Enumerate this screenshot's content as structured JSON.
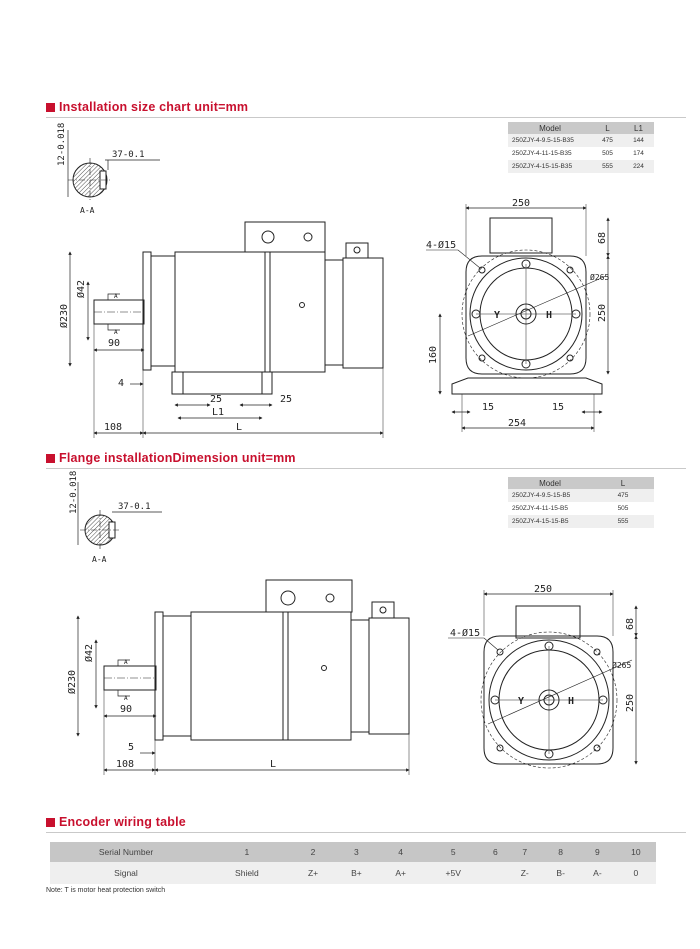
{
  "section1": {
    "title": "Installation size chart   unit=mm",
    "table": {
      "headers": [
        "Model",
        "L",
        "L1"
      ],
      "rows": [
        [
          "250ZJY-4-9.5-15-B35",
          "475",
          "144"
        ],
        [
          "250ZJY-4-11-15-B35",
          "505",
          "174"
        ],
        [
          "250ZJY-4-15-15-B35",
          "555",
          "224"
        ]
      ]
    },
    "shaft": {
      "dia": "12-0.018",
      "dia_tol": "0",
      "key": "37-0.1",
      "key_tol": "0",
      "section": "A-A"
    },
    "side_dims": {
      "d230": "Ø230",
      "d42": "Ø42",
      "len90": "90",
      "len4": "4",
      "len25a": "25",
      "len25b": "25",
      "L1": "L1",
      "len108": "108",
      "L": "L",
      "A": "A"
    },
    "front_dims": {
      "w250": "250",
      "h68": "68",
      "hole": "4-Ø15",
      "pcd": "Ø265",
      "h250": "250",
      "h160": "160",
      "f15a": "15",
      "f15b": "15",
      "w254": "254",
      "Y": "Y",
      "H": "H"
    }
  },
  "section2": {
    "title": "Flange installationDimension  unit=mm",
    "table": {
      "headers": [
        "Model",
        "L"
      ],
      "rows": [
        [
          "250ZJY-4-9.5-15-B5",
          "475"
        ],
        [
          "250ZJY-4-11-15-B5",
          "505"
        ],
        [
          "250ZJY-4-15-15-B5",
          "555"
        ]
      ]
    },
    "shaft": {
      "dia": "12-0.018",
      "dia_tol": "0",
      "key": "37-0.1",
      "key_tol": "0",
      "section": "A-A"
    },
    "side_dims": {
      "d230": "Ø230",
      "d42": "Ø42",
      "len90": "90",
      "len5": "5",
      "len108": "108",
      "L": "L",
      "A": "A"
    },
    "front_dims": {
      "w250": "250",
      "h68": "68",
      "hole": "4-Ø15",
      "pcd": "Ø265",
      "h250": "250",
      "Y": "Y",
      "H": "H"
    }
  },
  "section3": {
    "title": "Encoder wiring table",
    "headers": [
      "Serial Number",
      "1",
      "2",
      "3",
      "4",
      "5",
      "6",
      "7",
      "8",
      "9",
      "10"
    ],
    "row": [
      "Signal",
      "Shield",
      "Z+",
      "B+",
      "A+",
      "+5V",
      "",
      "Z-",
      "B-",
      "A-",
      "0"
    ],
    "note": "Note: T is motor heat protection switch"
  },
  "colors": {
    "accent": "#c8102e",
    "table_header": "#c9c9c9",
    "table_row": "#efefef"
  }
}
